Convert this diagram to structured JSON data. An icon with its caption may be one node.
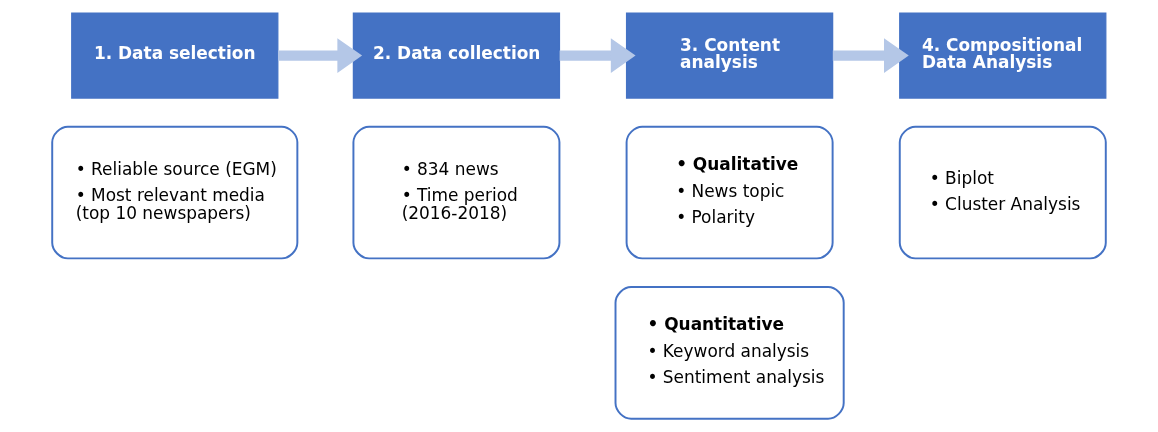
{
  "diagram": {
    "nodes": [
      {
        "text": [
          "1. Data selection"
        ]
      },
      {
        "text": [
          "• Reliable source (EGM)",
          "• Most relevant media (top 10 newspapers)"
        ]
      },
      {
        "text": [
          "2. Data collection"
        ]
      },
      {
        "text": [
          "• 834 news",
          "• Time period (2016-2018)"
        ]
      },
      {
        "text": [
          "3. Content analysis"
        ]
      },
      {
        "text": [
          "• Qualitative",
          "• News topic",
          "• Polarity"
        ]
      },
      {
        "text": [
          "• Quantitative",
          "• Keyword analysis",
          "• Sentiment analysis"
        ]
      },
      {
        "text": [
          "4. Compositional Data Analysis"
        ]
      },
      {
        "text": [
          "• Biplot",
          "• Cluster Analysis"
        ]
      }
    ],
    "edges": [
      {
        "from": 0,
        "to": 2,
        "arrow": "to"
      },
      {
        "from": 2,
        "to": 4,
        "arrow": "to"
      },
      {
        "from": 4,
        "to": 7,
        "arrow": "to"
      }
    ]
  }
}
